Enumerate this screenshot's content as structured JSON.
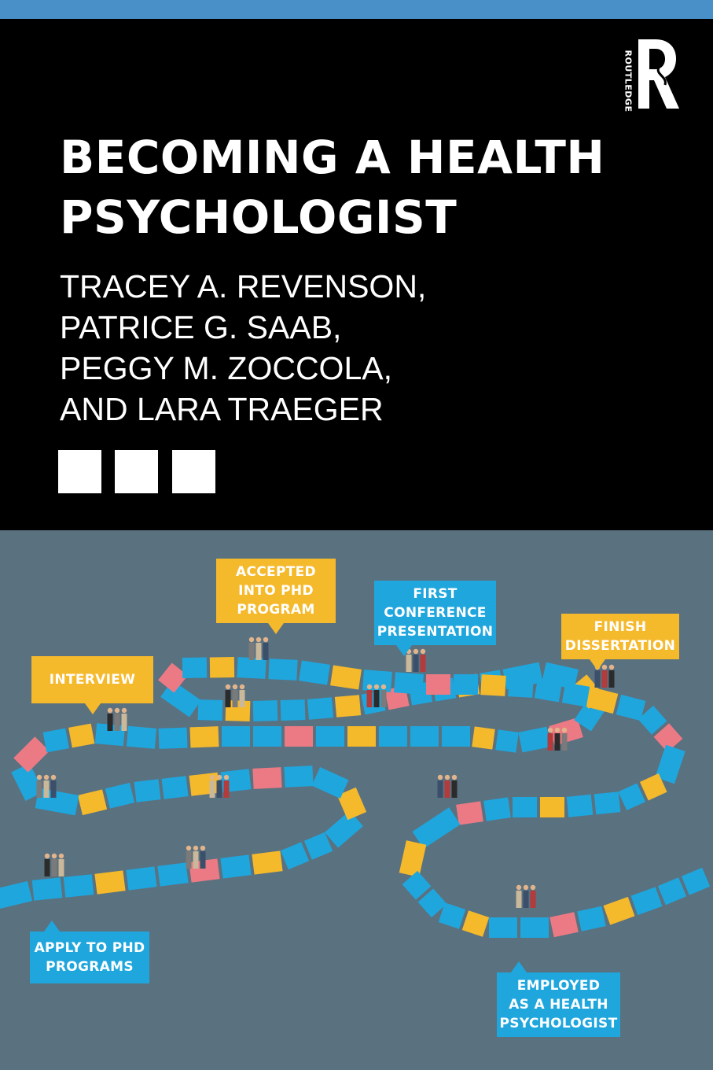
{
  "publisher": {
    "name": "ROUTLEDGE",
    "logo_icon": "routledge-r-profile-icon"
  },
  "title": {
    "line1": "BECOMING A HEALTH",
    "line2": "PSYCHOLOGIST"
  },
  "authors": [
    "TRACEY A. REVENSON,",
    "PATRICE G. SAAB,",
    "PEGGY M. ZOCCOLA,",
    "AND LARA TRAEGER"
  ],
  "colors": {
    "stripe": "#4a90c8",
    "background_top": "#000000",
    "background_board": "#5a7180",
    "path_blue": "#1fa6dd",
    "path_yellow": "#f5b92c",
    "path_pink": "#ec7a84",
    "callout_yellow": "#f5b92c",
    "callout_blue": "#1fa6dd"
  },
  "milestones": {
    "accepted": "ACCEPTED\nINTO PHD\nPROGRAM",
    "conference": "FIRST\nCONFERENCE\nPRESENTATION",
    "dissertation": "FINISH\nDISSERTATION",
    "interview": "INTERVIEW",
    "apply": "APPLY TO PHD\nPROGRAMS",
    "employed": "EMPLOYED\nAS A HEALTH\nPSYCHOLOGIST"
  }
}
